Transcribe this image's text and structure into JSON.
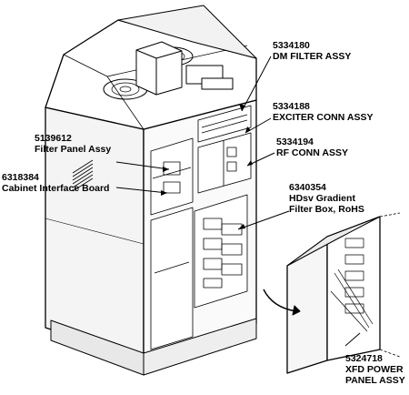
{
  "callouts": {
    "dm_filter": {
      "part": "5334180",
      "name": "DM FILTER ASSY"
    },
    "exciter_conn": {
      "part": "5334188",
      "name": "EXCITER CONN ASSY"
    },
    "rf_conn": {
      "part": "5334194",
      "name": "RF CONN ASSY"
    },
    "filter_panel": {
      "part": "5139612",
      "name": "Filter Panel Assy"
    },
    "cabinet_interface": {
      "part": "6318384",
      "name": "Cabinet Interface Board"
    },
    "gradient_filter": {
      "part": "6340354",
      "name_line1": "HDsv Gradient",
      "name_line2": "Filter Box, RoHS"
    },
    "xfd_power": {
      "part": "5324718",
      "name_line1": "XFD POWER",
      "name_line2": "PANEL ASSY"
    }
  }
}
